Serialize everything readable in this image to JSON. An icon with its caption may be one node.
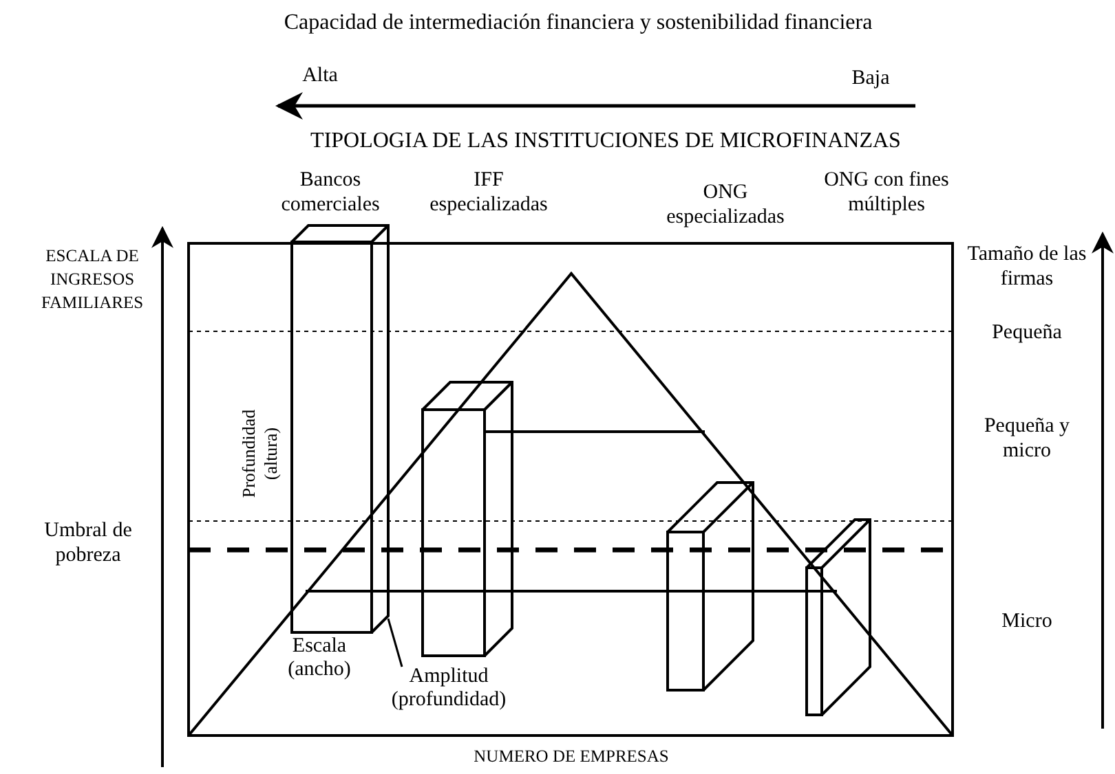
{
  "diagram": {
    "nodes": [
      {
        "text": [],
        "shape": "box"
      },
      {
        "text": [],
        "shape": "box"
      },
      {
        "text": [],
        "shape": "box"
      },
      {
        "text": [],
        "shape": "box"
      },
      {
        "text": [
          "Amplitud (profundidad)"
        ]
      }
    ],
    "edges": [
      {
        "from": 4,
        "to": 0,
        "arrow": "none"
      }
    ],
    "labels": [
      "Capacidad de intermediación financiera y sostenibilidad financiera",
      "Alta",
      "Baja",
      "TIPOLOGIA DE LAS INSTITUCIONES DE MICROFINANZAS",
      "Bancos comerciales",
      "IFF especializadas",
      "ONG especializadas",
      "ONG con fines múltiples",
      "ESCALA DE INGRESOS FAMILIARES",
      "Tamaño de las firmas",
      "Pequeña",
      "Pequeña y micro",
      "Profundidad (altura)",
      "Umbral de pobreza",
      "Micro",
      "Escala (ancho)",
      "NUMERO DE EMPRESAS"
    ]
  }
}
